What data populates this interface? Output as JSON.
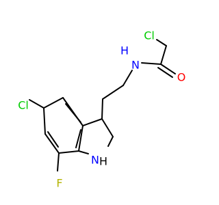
{
  "molecule": {
    "atoms": {
      "cl_acyl": {
        "text": "Cl",
        "color": "#00cc00"
      },
      "oxygen": {
        "text": "O",
        "color": "#ff0000"
      },
      "nitrogen_amide": {
        "text": "N",
        "color": "#0000ff"
      },
      "hydrogen_amide": {
        "text": "H",
        "color": "#0000ff"
      },
      "cl_ring": {
        "text": "Cl",
        "color": "#00cc00"
      },
      "nitrogen_ring": {
        "text": "N",
        "color": "#0000ff"
      },
      "hydrogen_ring": {
        "text": "H",
        "color": "#000000"
      },
      "fluorine": {
        "text": "F",
        "color": "#b3b300"
      }
    }
  }
}
